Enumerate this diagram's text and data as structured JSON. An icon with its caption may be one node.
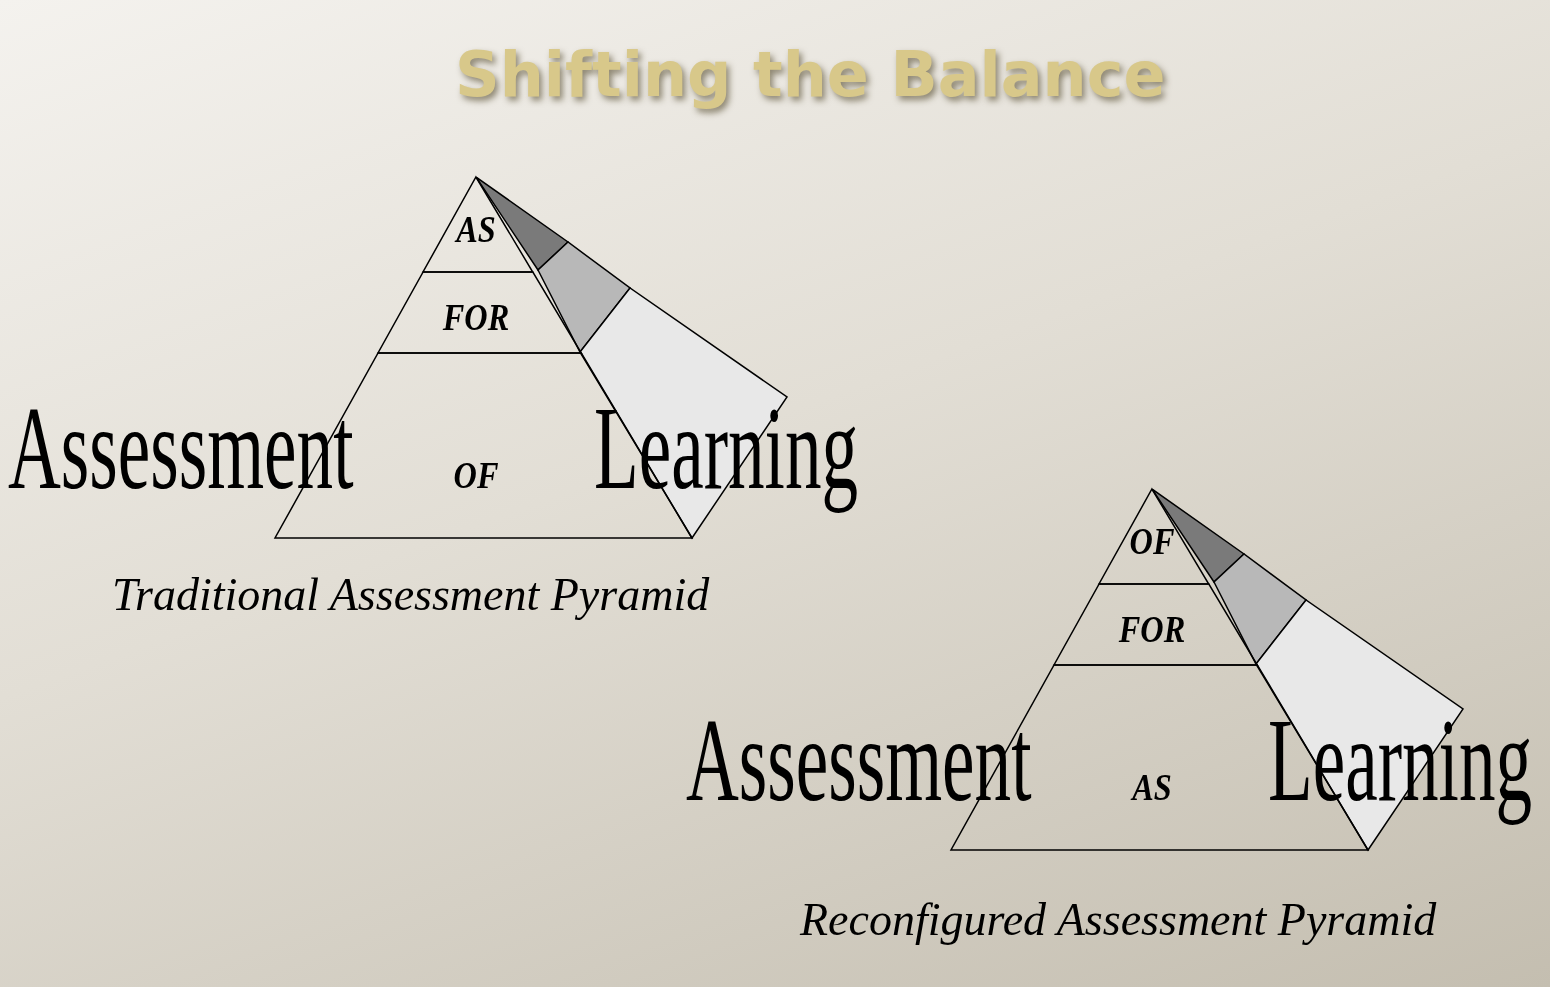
{
  "diagram": {
    "title": "Shifting the Balance",
    "nodes": [
      {
        "text": [
          "AS"
        ]
      },
      {
        "text": [
          "FOR"
        ]
      },
      {
        "text": [
          "OF"
        ]
      },
      {
        "text": [
          "OF"
        ]
      },
      {
        "text": [
          "FOR"
        ]
      },
      {
        "text": [
          "AS"
        ]
      }
    ],
    "labels": [
      "Assessment",
      "Learning",
      "Traditional Assessment Pyramid",
      "Assessment",
      "Learning",
      "Reconfigured Assessment Pyramid"
    ]
  }
}
